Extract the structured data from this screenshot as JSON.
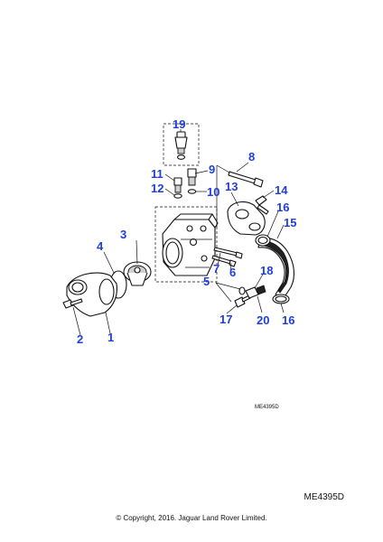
{
  "drawing": {
    "inner_code": "ME4395D",
    "code": "ME4395D",
    "copyright": "© Copyright, 2016. Jaguar Land Rover Limited."
  },
  "callouts": {
    "c1": "1",
    "c2": "2",
    "c3": "3",
    "c4": "4",
    "c5": "5",
    "c6": "6",
    "c7": "7",
    "c8": "8",
    "c9": "9",
    "c10": "10",
    "c11": "11",
    "c12": "12",
    "c13": "13",
    "c14": "14",
    "c15": "15",
    "c16a": "16",
    "c16b": "16",
    "c17": "17",
    "c18": "18",
    "c19": "19",
    "c20": "20"
  },
  "colors": {
    "callout": "#1f3fd6",
    "line": "#111111"
  }
}
